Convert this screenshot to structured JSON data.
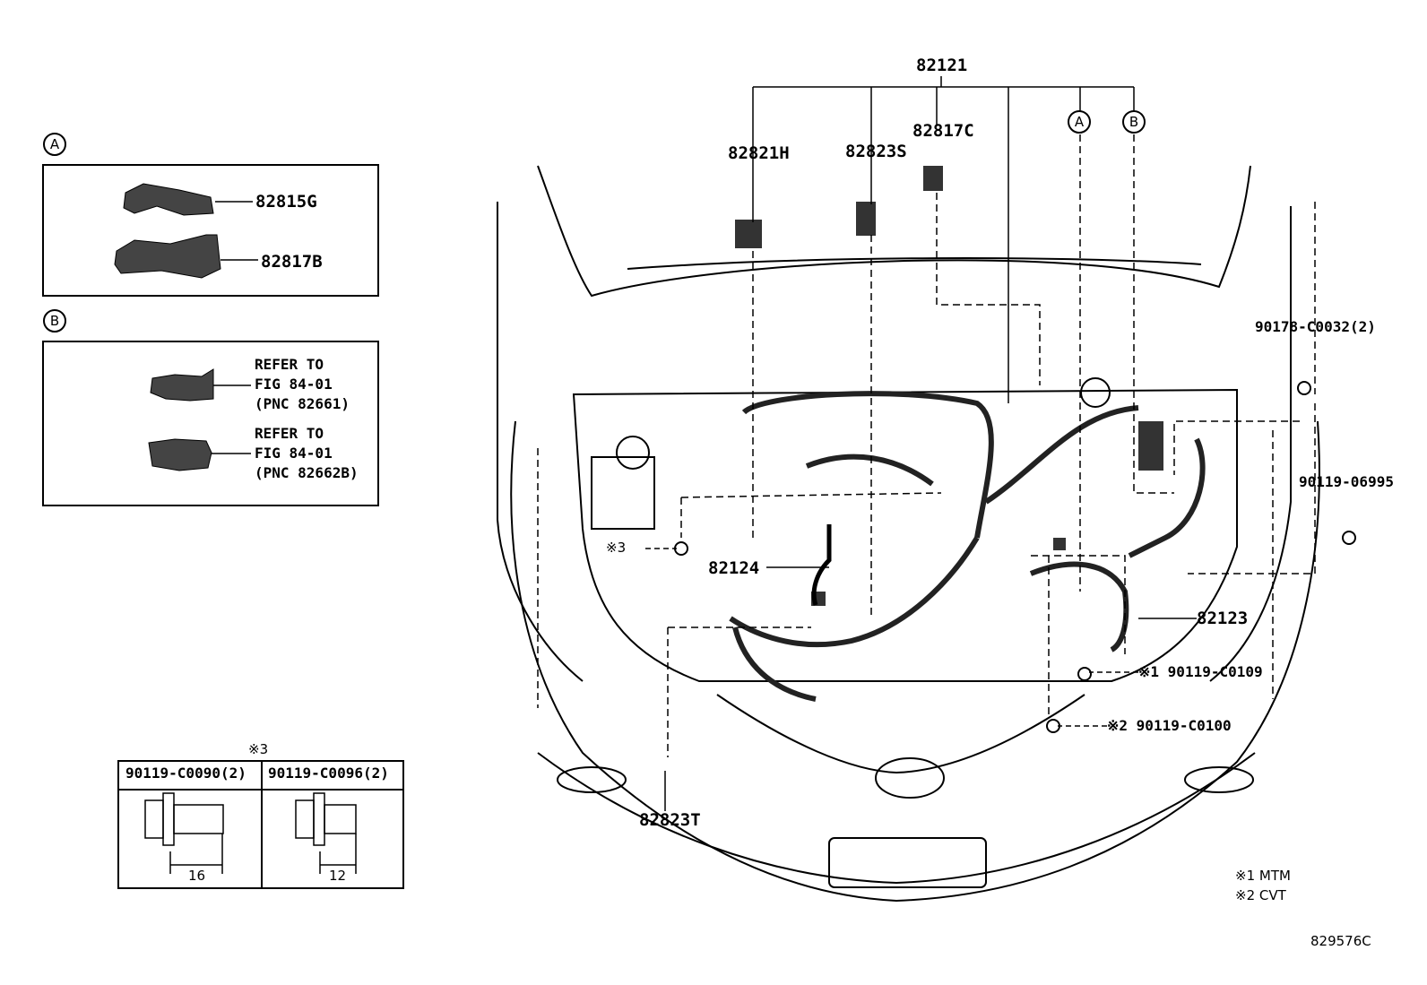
{
  "callouts": {
    "circle_a": "A",
    "circle_b": "B"
  },
  "inset_a": {
    "parts": [
      "82815G",
      "82817B"
    ]
  },
  "inset_b": {
    "refs": [
      {
        "line1": "REFER TO",
        "line2": "FIG 84-01",
        "line3": "(PNC 82661)"
      },
      {
        "line1": "REFER TO",
        "line2": "FIG 84-01",
        "line3": "(PNC 82662B)"
      }
    ]
  },
  "main": {
    "harness_main": "82121",
    "part_82821h": "82821H",
    "part_82823s": "82823S",
    "part_82817c": "82817C",
    "part_82124": "82124",
    "part_82123": "82123",
    "part_82823t": "82823T",
    "bolt_90178": "90178-C0032(2)",
    "bolt_90119_06995": "90119-06995",
    "bolt_mtm": "※1 90119-C0109",
    "bolt_cvt": "※2 90119-C0100",
    "note_3_mark": "※3"
  },
  "bolt_table": {
    "title": "※3",
    "columns": [
      {
        "part": "90119-C0090(2)",
        "length": "16"
      },
      {
        "part": "90119-C0096(2)",
        "length": "12"
      }
    ]
  },
  "legend": {
    "note1": "※1 MTM",
    "note2": "※2 CVT"
  },
  "figure_id": "829576C"
}
